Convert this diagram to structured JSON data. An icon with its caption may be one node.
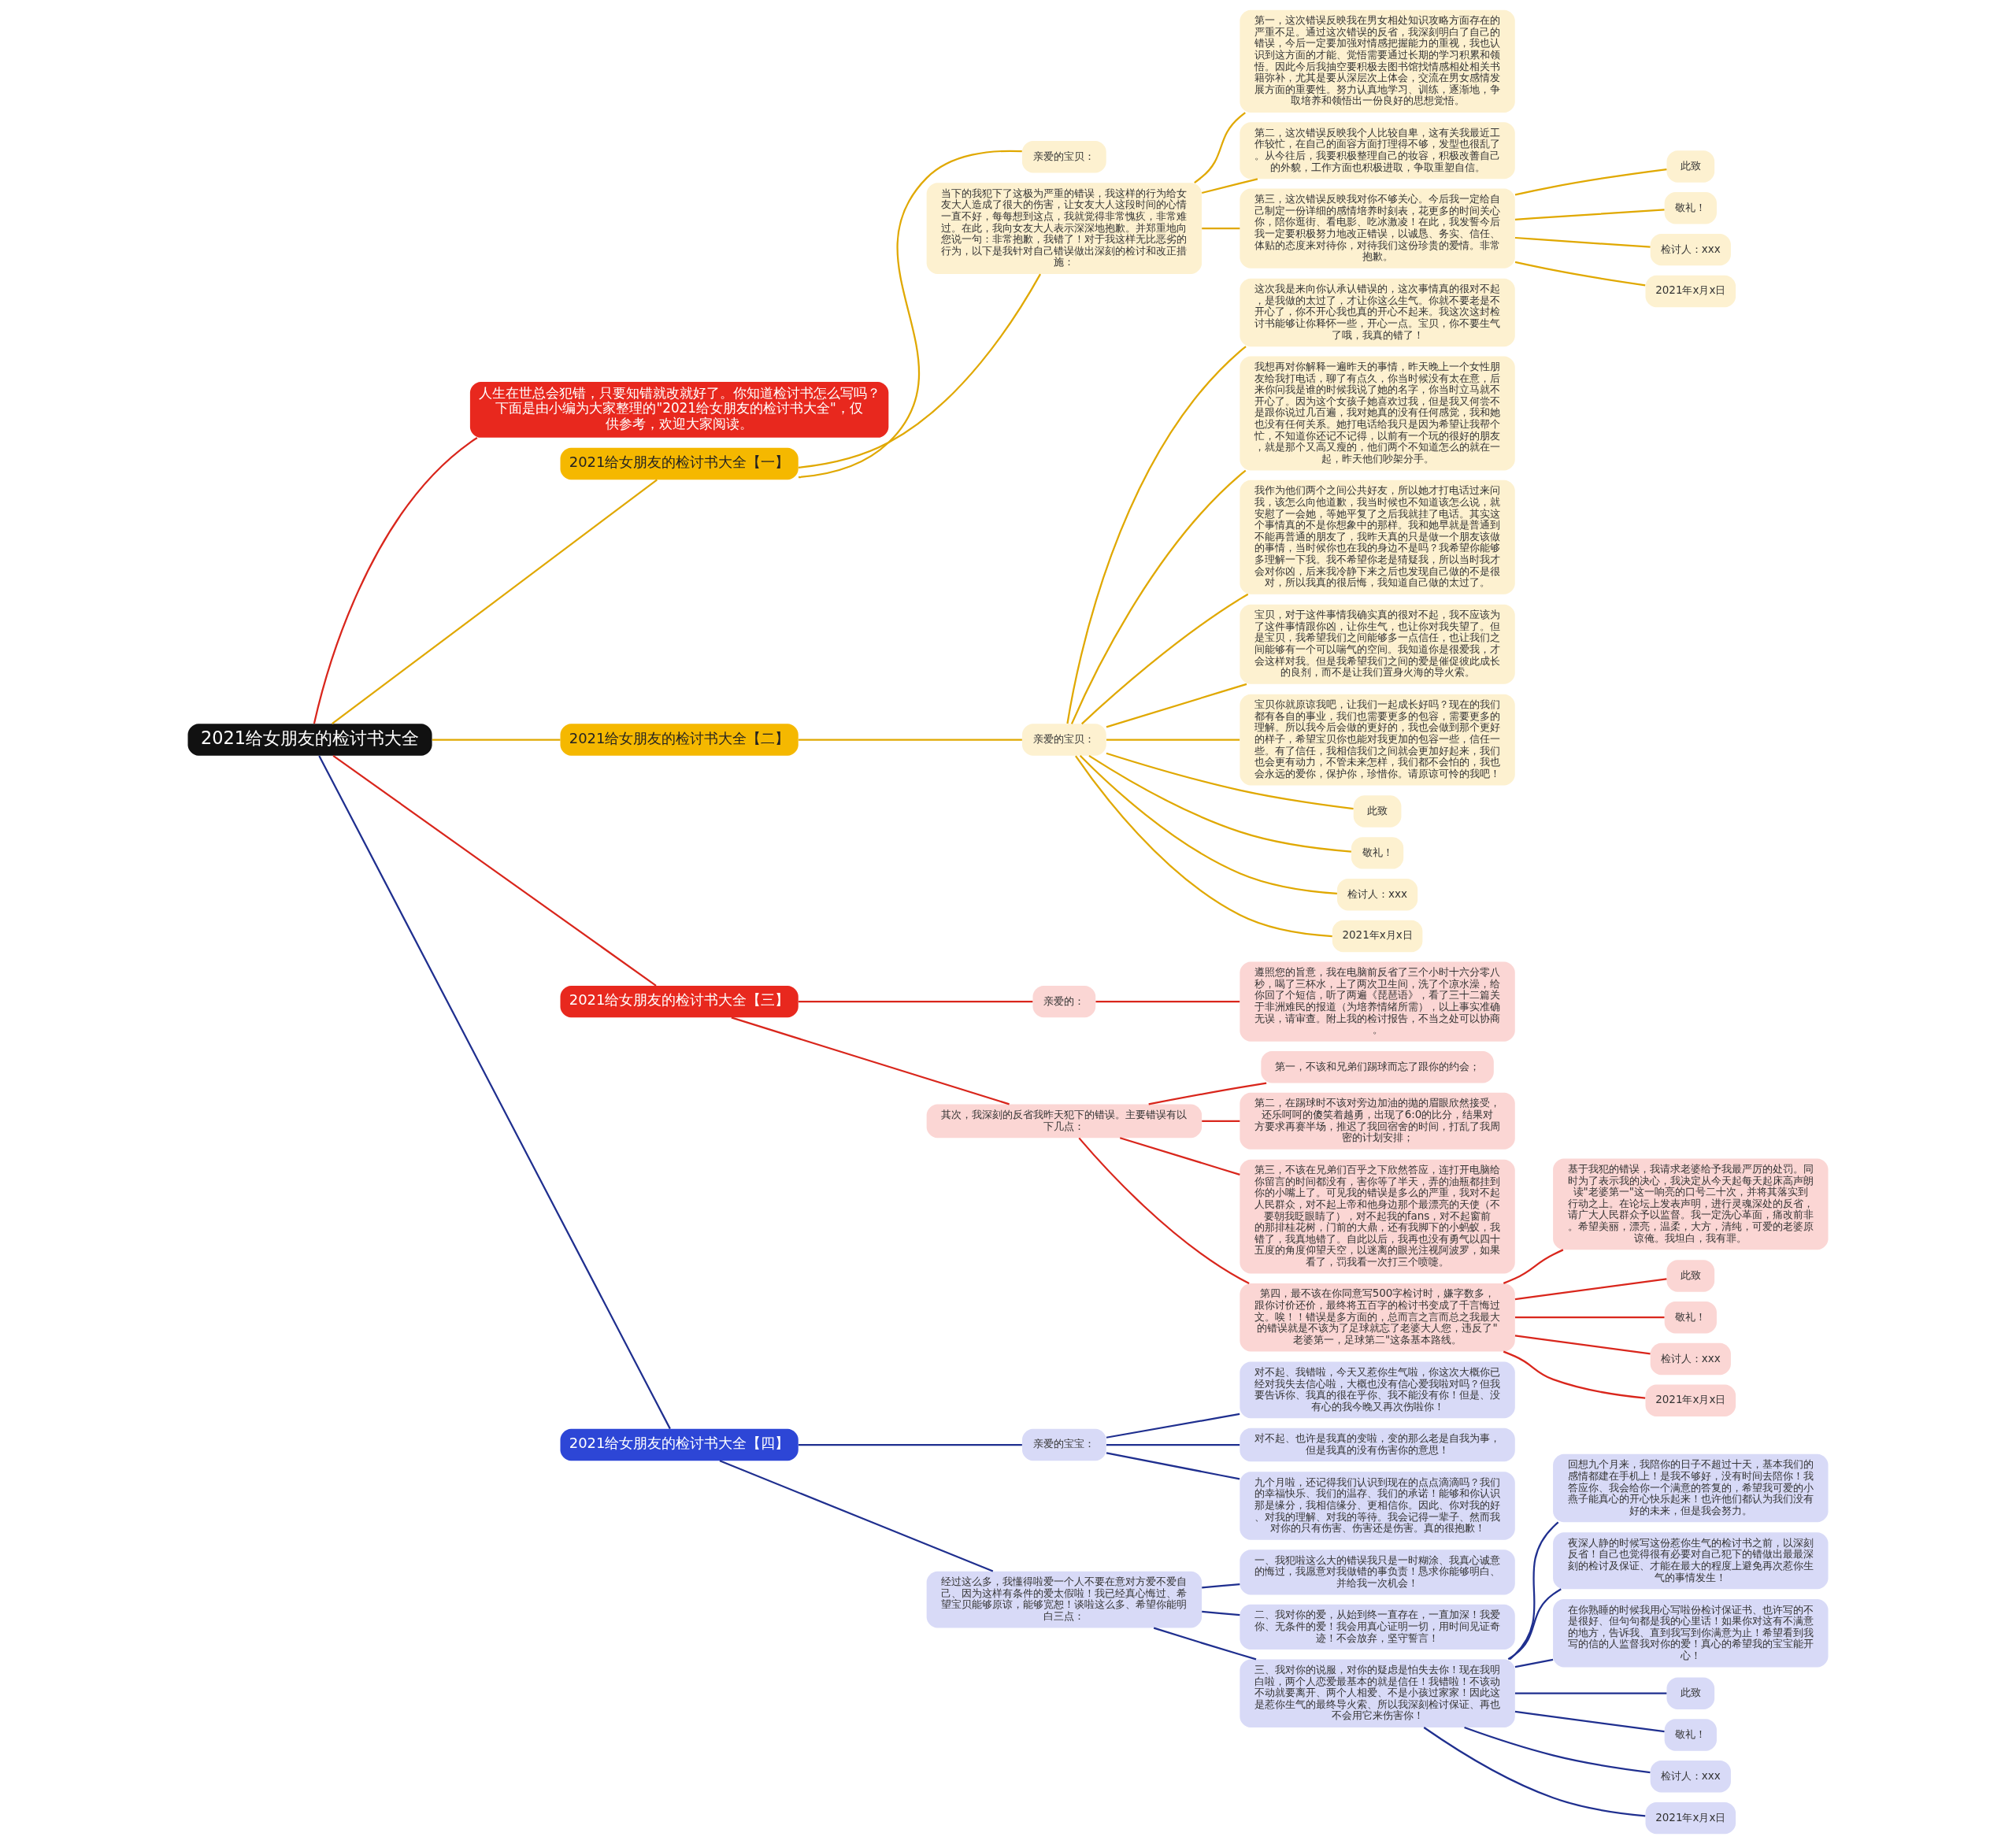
{
  "diagram": {
    "nodes": [
      {
        "text": [
          "2021给女朋友的检讨书大全"
        ]
      },
      {
        "text": [
          "人生在世总会犯错，只要知错就改就好了。你知道检讨书怎么写吗？下面是由小编为大家整理的\"2021给女朋友的检讨书大全\"，仅供参考，欢迎大家阅读。"
        ]
      },
      {
        "text": [
          "2021给女朋友的检讨书大全【一】"
        ]
      },
      {
        "text": [
          "亲爱的宝贝："
        ]
      },
      {
        "text": [
          "当下的我犯下了这极为严重的错误，我这样的行为给女友大人造成了很大的伤害，让女友大人这段时间的心情一直不好，每每想到这点，我就觉得非常愧疚，非常难过。在此，我向女友大人表示深深地抱歉。并郑重地向您说一句：非常抱歉，我错了！对于我这样无比恶劣的行为，以下是我针对自己错误做出深刻的检讨和改正措施："
        ]
      },
      {
        "text": [
          "第一，这次错误反映我在男女相处知识攻略方面存在的严重不足。通过这次错误的反省，我深刻明白了自己的错误，今后一定要加强对情感把握能力的重视，我也认识到这方面的才能、觉悟需要通过长期的学习积累和领悟。因此今后我抽空要积极去图书馆找情感相处相关书籍弥补，尤其是要从深层次上体会，交流在男女感情发展方面的重要性。努力认真地学习、训练，逐渐地，争取培养和领悟出一份良好的思想觉悟。"
        ]
      },
      {
        "text": [
          "第二，这次错误反映我个人比较自卑，这有关我最近工作较忙，在自己的面容方面打理得不够，发型也很乱了。从今往后，我要积极整理自己的妆容，积极改善自己的外貌，工作方面也积极进取，争取重塑自信。"
        ]
      },
      {
        "text": [
          "第三，这次错误反映我对你不够关心。今后我一定给自己制定一份详细的感情培养时刻表，花更多的时间关心你，陪你逛街、看电影、吃冰激凌！在此，我发誓今后我一定要积极努力地改正错误，以诚恳、务实、信任、体贴的态度来对待你，对待我们这份珍贵的爱情。非常抱歉。"
        ]
      },
      {
        "text": [
          "此致"
        ]
      },
      {
        "text": [
          "敬礼！"
        ]
      },
      {
        "text": [
          "检讨人：xxx"
        ]
      },
      {
        "text": [
          "2021年x月x日"
        ]
      },
      {
        "text": [
          "2021给女朋友的检讨书大全【二】"
        ]
      },
      {
        "text": [
          "亲爱的宝贝："
        ]
      },
      {
        "text": [
          "这次我是来向你认承认错误的，这次事情真的很对不起，是我做的太过了，才让你这么生气。你就不要老是不开心了，你不开心我也真的开心不起来。我这次这封检讨书能够让你释怀一些，开心一点。宝贝，你不要生气了哦，我真的错了！"
        ]
      },
      {
        "text": [
          "我想再对你解释一遍昨天的事情，昨天晚上一个女性朋友给我打电话，聊了有点久，你当时候没有太在意，后来你问我是谁的时候我说了她的名字，你当时立马就不开心了。因为这个女孩子她喜欢过我，但是我又何尝不是跟你说过几百遍，我对她真的没有任何感觉，我和她也没有任何关系。她打电话给我只是因为希望让我帮个忙，不知道你还记不记得，以前有一个玩的很好的朋友，就是那个又高又瘦的，他们两个不知道怎么的就在一起，昨天他们吵架分手。"
        ]
      },
      {
        "text": [
          "我作为他们两个之间公共好友，所以她才打电话过来问我，该怎么向他道歉，我当时候也不知道该怎么说，就安慰了一会她，等她平复了之后我就挂了电话。其实这个事情真的不是你想象中的那样。我和她早就是普通到不能再普通的朋友了，我昨天真的只是做一个朋友该做的事情，当时候你也在我的身边不是吗？我希望你能够多理解一下我。我不希望你老是猜疑我，所以当时我才会对你凶，后来我冷静下来之后也发现自己做的不是很对，所以我真的很后悔，我知道自己做的太过了。"
        ]
      },
      {
        "text": [
          "宝贝，对于这件事情我确实真的很对不起，我不应该为了这件事情跟你凶，让你生气，也让你对我失望了。但是宝贝，我希望我们之间能够多一点信任，也让我们之间能够有一个可以喘气的空间。我知道你是很爱我，才会这样对我。但是我希望我们之间的爱是催促彼此成长的良剂，而不是让我们置身火海的导火索。"
        ]
      },
      {
        "text": [
          "宝贝你就原谅我吧，让我们一起成长好吗？现在的我们都有各自的事业，我们也需要更多的包容，需要更多的理解。所以我今后会做的更好的，我也会做到那个更好的样子，希望宝贝你也能对我更加的包容一些，信任一些。有了信任，我相信我们之间就会更加好起来，我们也会更有动力，不管未来怎样，我们都不会怕的，我也会永远的爱你，保护你，珍惜你。请原谅可怜的我吧！"
        ]
      },
      {
        "text": [
          "此致"
        ]
      },
      {
        "text": [
          "敬礼！"
        ]
      },
      {
        "text": [
          "检讨人：xxx"
        ]
      },
      {
        "text": [
          "2021年x月x日"
        ]
      },
      {
        "text": [
          "2021给女朋友的检讨书大全【三】"
        ]
      },
      {
        "text": [
          "亲爱的："
        ]
      },
      {
        "text": [
          "遵照您的旨意，我在电脑前反省了三个小时十六分零八秒，喝了三杯水，上了两次卫生间，洗了个凉水澡，给你回了个短信，听了两遍《琵琶语》，看了三十二篇关于非洲难民的报道（为培养情绪所需），以上事实准确无误，请审查。附上我的检讨报告，不当之处可以协商。"
        ]
      },
      {
        "text": [
          "其次，我深刻的反省我昨天犯下的错误。主要错误有以下几点："
        ]
      },
      {
        "text": [
          "第一，不该和兄弟们踢球而忘了跟你的约会；"
        ]
      },
      {
        "text": [
          "第二，在踢球时不该对旁边加油的抛的眉眼欣然接受，还乐呵呵的傻笑着越勇，出现了6:0的比分，结果对方要求再赛半场，推迟了我回宿舍的时间，打乱了我周密的计划安排；"
        ]
      },
      {
        "text": [
          "第三，不该在兄弟们百乎之下欣然答应，连打开电脑给你留言的时间都没有，害你等了半天，弄的油瓶都挂到你的小嘴上了。可见我的错误是多么的严重，我对不起人民群众，对不起上帝和他身边那个最漂亮的天使（不要朝我眨眼睛了），对不起我的fans，对不起窗前的那排桂花树，门前的大鼎，还有我脚下的小蚂蚁，我错了，我真地错了。自此以后，我再也没有勇气以四十五度的角度仰望天空，以迷离的眼光注视阿波罗，如果看了，罚我看一次打三个喷嚏。"
        ]
      },
      {
        "text": [
          "第四，最不该在你同意写500字检讨时，嫌字数多，跟你讨价还价，最终将五百字的检讨书变成了千言悔过文。唉！！错误是多方面的，总而言之言而总之我最大的错误就是不该为了足球就忘了老婆大人您，违反了\"老婆第一，足球第二\"这条基本路线。"
        ]
      },
      {
        "text": [
          "基于我犯的错误，我请求老婆给予我最严厉的处罚。同时为了表示我的决心，我决定从今天起每天起床高声朗读\"老婆第一\"这一响亮的口号二十次，并将其落实到行动之上。在论坛上发表声明，进行灵魂深处的反省，请广大人民群众予以监督。我一定洗心革面，痛改前非。希望美丽，漂亮，温柔，大方，清纯，可爱的老婆原谅俺。我坦白，我有罪。"
        ]
      },
      {
        "text": [
          "此致"
        ]
      },
      {
        "text": [
          "敬礼！"
        ]
      },
      {
        "text": [
          "检讨人：xxx"
        ]
      },
      {
        "text": [
          "2021年x月x日"
        ]
      },
      {
        "text": [
          "2021给女朋友的检讨书大全【四】"
        ]
      },
      {
        "text": [
          "亲爱的宝宝："
        ]
      },
      {
        "text": [
          "对不起、我错啦，今天又惹你生气啦，你这次大概你已经对我失去信心啦，大概也没有信心爱我啦对吗？但我要告诉你、我真的很在乎你、我不能没有你！但是、没有心的我今晚又再次伤啦你！"
        ]
      },
      {
        "text": [
          "对不起、也许是我真的变啦，变的那么老是自我为事，但是我真的没有伤害你的意思！"
        ]
      },
      {
        "text": [
          "九个月啦，还记得我们认识到现在的点点滴滴吗？我们的幸福快乐、我们的温存、我们的承诺！能够和你认识那是缘分，我相信缘分、更相信你。因此、你对我的好、对我的理解、对我的等待。我会记得一辈子、然而我对你的只有伤害、伤害还是伤害。真的很抱歉！"
        ]
      },
      {
        "text": [
          "经过这么多，我懂得啦爱一个人不要在意对方爱不爱自己、因为这样有条件的爱太假啦！我已经真心悔过、希望宝贝能够原谅，能够宽恕！谈啦这么多、希望你能明白三点："
        ]
      },
      {
        "text": [
          "一、我犯啦这么大的错误我只是一时糊涂、我真心诚意的悔过，我愿意对我做错的事负责！恳求你能够明白、并给我一次机会！"
        ]
      },
      {
        "text": [
          "二、我对你的爱，从始到终一直存在，一直加深！我爱你、无条件的爱！我会用真心证明一切，用时间见证奇迹！不会放弃，坚守誓言！"
        ]
      },
      {
        "text": [
          "三、我对你的说服，对你的疑虑是怕失去你！现在我明白啦，两个人恋爱最基本的就是信任！我错啦！不该动不动就要离开、两个人相爱、不是小孩过家家！因此这是惹你生气的最终导火索、所以我深刻检讨保证、再也不会用它来伤害你！"
        ]
      },
      {
        "text": [
          "回想九个月来，我陪你的日子不超过十天，基本我们的感情都建在手机上！是我不够好，没有时间去陪你！我答应你、我会给你一个满意的答复的，希望我可爱的小燕子能真心的开心快乐起来！也许他们都认为我们没有好的未来，但是我会努力。"
        ]
      },
      {
        "text": [
          "夜深人静的时候写这份惹你生气的检讨书之前，以深刻反省！自己也觉得很有必要对自己犯下的错做出最最深刻的检讨及保证、才能在最大的程度上避免再次惹你生气的事情发生！"
        ]
      },
      {
        "text": [
          "在你熟睡的时候我用心写啦份检讨保证书、也许写的不是很好、但句句都是我的心里话！如果你对这有不满意的地方，告诉我、直到我写到你满意为止！希望看到我写的信的人监督我对你的爱！真心的希望我的宝宝能开心！"
        ]
      },
      {
        "text": [
          "此致"
        ]
      },
      {
        "text": [
          "敬礼！"
        ]
      },
      {
        "text": [
          "检讨人：xxx"
        ]
      },
      {
        "text": [
          "2021年x月x日"
        ]
      }
    ],
    "edges": [
      {
        "from": 0,
        "to": 1,
        "arrow": "none",
        "color": "#d9261c"
      },
      {
        "from": 0,
        "to": 2,
        "arrow": "none"
      },
      {
        "from": 2,
        "to": 3,
        "arrow": "none"
      },
      {
        "from": 2,
        "to": 4,
        "arrow": "none"
      },
      {
        "from": 4,
        "to": 5,
        "arrow": "none"
      },
      {
        "from": 4,
        "to": 6,
        "arrow": "none"
      },
      {
        "from": 4,
        "to": 7,
        "arrow": "none"
      },
      {
        "from": 7,
        "to": 8,
        "arrow": "none"
      },
      {
        "from": 7,
        "to": 9,
        "arrow": "none"
      },
      {
        "from": 7,
        "to": 10,
        "arrow": "none"
      },
      {
        "from": 7,
        "to": 11,
        "arrow": "none"
      },
      {
        "from": 0,
        "to": 12,
        "arrow": "none"
      },
      {
        "from": 12,
        "to": 13,
        "arrow": "none"
      },
      {
        "from": 13,
        "to": 14,
        "arrow": "none"
      },
      {
        "from": 13,
        "to": 15,
        "arrow": "none"
      },
      {
        "from": 13,
        "to": 16,
        "arrow": "none"
      },
      {
        "from": 13,
        "to": 17,
        "arrow": "none"
      },
      {
        "from": 13,
        "to": 18,
        "arrow": "none"
      },
      {
        "from": 13,
        "to": 19,
        "arrow": "none"
      },
      {
        "from": 13,
        "to": 20,
        "arrow": "none"
      },
      {
        "from": 13,
        "to": 21,
        "arrow": "none"
      },
      {
        "from": 13,
        "to": 22,
        "arrow": "none"
      },
      {
        "from": 0,
        "to": 23,
        "arrow": "none",
        "color": "#d9261c"
      },
      {
        "from": 23,
        "to": 24,
        "arrow": "none",
        "color": "#d9261c"
      },
      {
        "from": 24,
        "to": 25,
        "arrow": "none",
        "color": "#d9261c"
      },
      {
        "from": 23,
        "to": 26,
        "arrow": "none",
        "color": "#d9261c"
      },
      {
        "from": 26,
        "to": 27,
        "arrow": "none",
        "color": "#d9261c"
      },
      {
        "from": 26,
        "to": 28,
        "arrow": "none",
        "color": "#d9261c"
      },
      {
        "from": 26,
        "to": 29,
        "arrow": "none",
        "color": "#d9261c"
      },
      {
        "from": 26,
        "to": 30,
        "arrow": "none",
        "color": "#d9261c"
      },
      {
        "from": 30,
        "to": 31,
        "arrow": "none",
        "color": "#d9261c"
      },
      {
        "from": 30,
        "to": 32,
        "arrow": "none",
        "color": "#d9261c"
      },
      {
        "from": 30,
        "to": 33,
        "arrow": "none",
        "color": "#d9261c"
      },
      {
        "from": 30,
        "to": 34,
        "arrow": "none",
        "color": "#d9261c"
      },
      {
        "from": 30,
        "to": 35,
        "arrow": "none",
        "color": "#d9261c"
      },
      {
        "from": 0,
        "to": 36,
        "arrow": "none",
        "color": "#1f2f8f"
      },
      {
        "from": 36,
        "to": 37,
        "arrow": "none",
        "color": "#1f2f8f"
      },
      {
        "from": 37,
        "to": 38,
        "arrow": "none",
        "color": "#1f2f8f"
      },
      {
        "from": 37,
        "to": 39,
        "arrow": "none",
        "color": "#1f2f8f"
      },
      {
        "from": 37,
        "to": 40,
        "arrow": "none",
        "color": "#1f2f8f"
      },
      {
        "from": 36,
        "to": 41,
        "arrow": "none",
        "color": "#1f2f8f"
      },
      {
        "from": 41,
        "to": 42,
        "arrow": "none",
        "color": "#1f2f8f"
      },
      {
        "from": 41,
        "to": 43,
        "arrow": "none",
        "color": "#1f2f8f"
      },
      {
        "from": 41,
        "to": 44,
        "arrow": "none",
        "color": "#1f2f8f"
      },
      {
        "from": 44,
        "to": 45,
        "arrow": "none",
        "color": "#1f2f8f"
      },
      {
        "from": 44,
        "to": 46,
        "arrow": "none",
        "color": "#1f2f8f"
      },
      {
        "from": 44,
        "to": 47,
        "arrow": "none",
        "color": "#1f2f8f"
      },
      {
        "from": 44,
        "to": 48,
        "arrow": "none",
        "color": "#1f2f8f"
      },
      {
        "from": 44,
        "to": 49,
        "arrow": "none",
        "color": "#1f2f8f"
      },
      {
        "from": 44,
        "to": 50,
        "arrow": "none",
        "color": "#1f2f8f"
      },
      {
        "from": 44,
        "to": 51,
        "arrow": "none",
        "color": "#1f2f8f"
      }
    ]
  }
}
